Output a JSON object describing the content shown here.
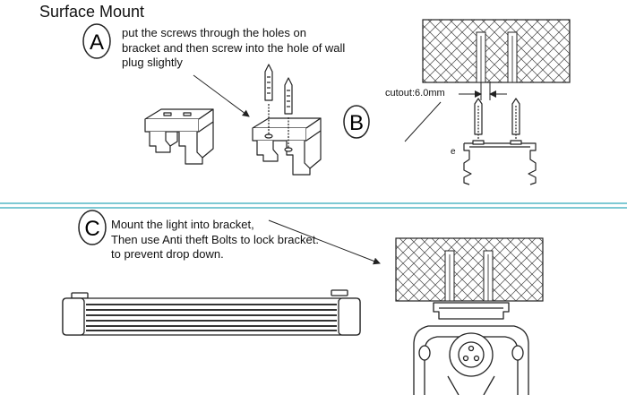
{
  "title": "Surface Mount",
  "step_a": {
    "letter": "A",
    "text": "put the screws through the holes on bracket and then screw into the hole of wall plug slightly"
  },
  "step_b": {
    "letter": "B",
    "cutout_label": "cutout:6.0mm",
    "dimension_label": "e"
  },
  "step_c": {
    "letter": "C",
    "line1": "Mount the light into bracket,",
    "line2": "Then use Anti theft Bolts to lock bracket.",
    "line3": "to prevent drop down."
  },
  "colors": {
    "divider": "#7ec9d4",
    "ink": "#222222"
  }
}
